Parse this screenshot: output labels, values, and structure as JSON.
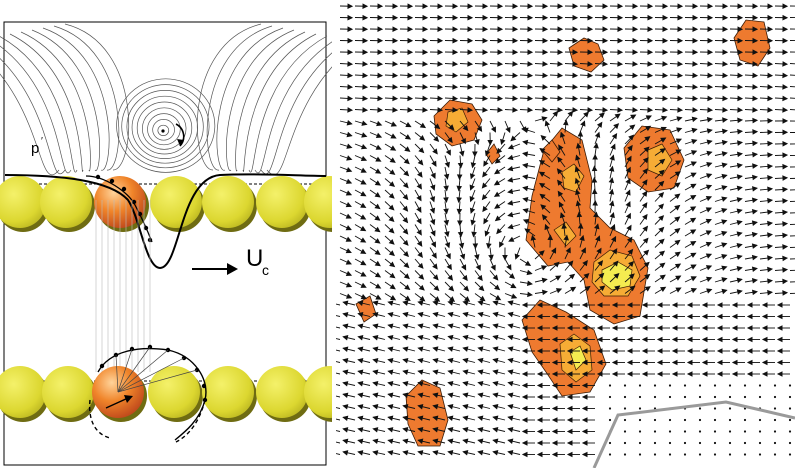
{
  "left_panel": {
    "pressure_label": "p",
    "pressure_prime": "′",
    "velocity_label": "U",
    "velocity_subscript": "c"
  },
  "colors": {
    "grain": "#e6e23a",
    "grain_shadow": "#6f6c12",
    "tracked_grain": "#e86a22",
    "patch_outer": "#ee7a2f",
    "patch_inner": "#f6ac35",
    "patch_core": "#f4ec50",
    "wall_outline": "#9a9a9a"
  }
}
